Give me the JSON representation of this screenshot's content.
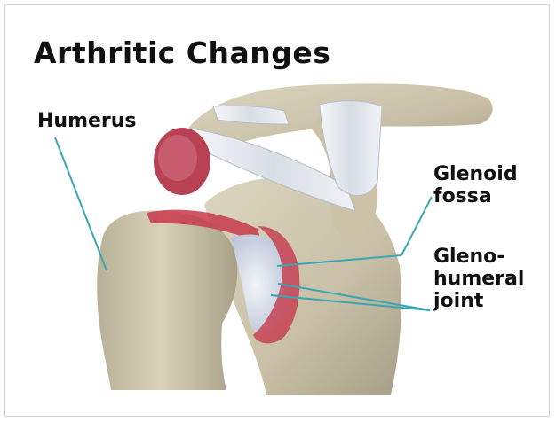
{
  "title": "Arthritic Changes",
  "labels": {
    "humerus": "Humerus",
    "glenoid_line1": "Glenoid",
    "glenoid_line2": "fossa",
    "gleno_line1": "Gleno-",
    "gleno_line2": "humeral",
    "gleno_line3": "joint"
  },
  "colors": {
    "bone": "#cfc6ad",
    "bone_shadow": "#a89f88",
    "ligament": "#e6e9ee",
    "cartilage": "#c73a4a",
    "leader_line": "#3aa6b4",
    "joint_highlight": "#dfe7f2"
  }
}
